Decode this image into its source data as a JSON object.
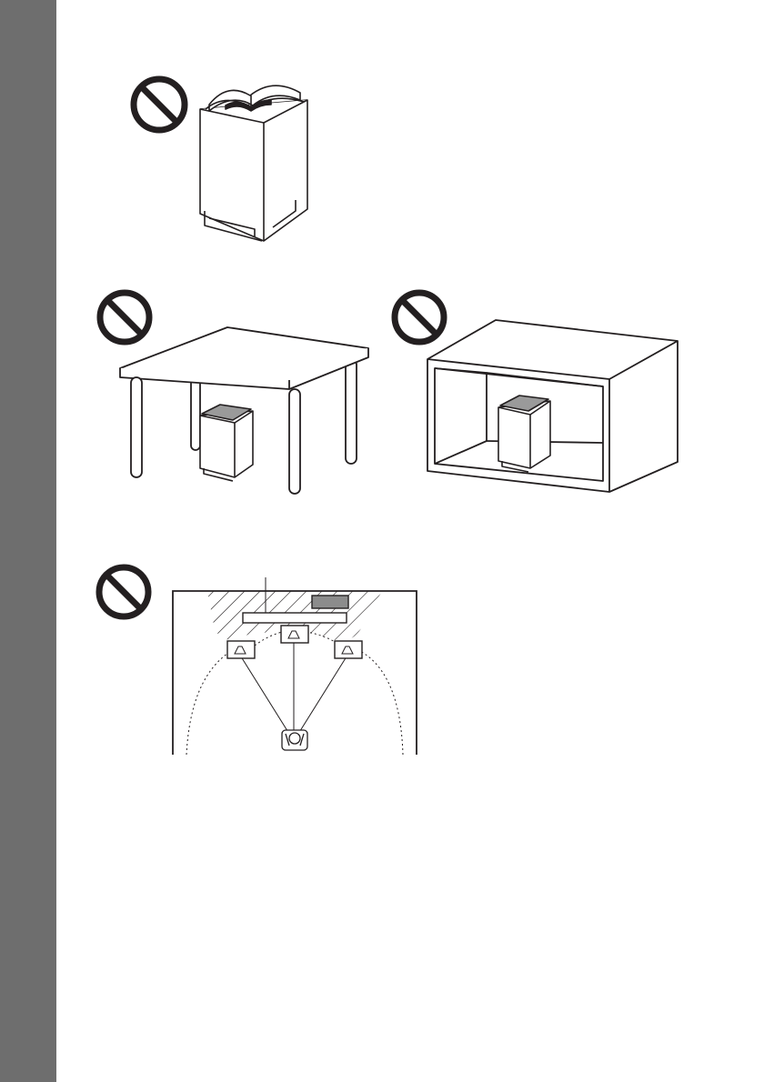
{
  "page": {
    "side_tab_color": "#6e6e6e",
    "line_color": "#231f20",
    "screen_fill": "#8c8c8c",
    "speaker_top_fill": "#9a9a9a"
  },
  "figures": [
    {
      "name": "subwoofer-with-books-on-top",
      "prohibited": true,
      "icon": "prohibition-icon"
    },
    {
      "name": "subwoofer-under-table",
      "prohibited": true,
      "icon": "prohibition-icon"
    },
    {
      "name": "subwoofer-in-enclosed-cabinet",
      "prohibited": true,
      "icon": "prohibition-icon"
    },
    {
      "name": "speaker-layout-room-plan",
      "prohibited": true,
      "icon": "prohibition-icon"
    }
  ]
}
